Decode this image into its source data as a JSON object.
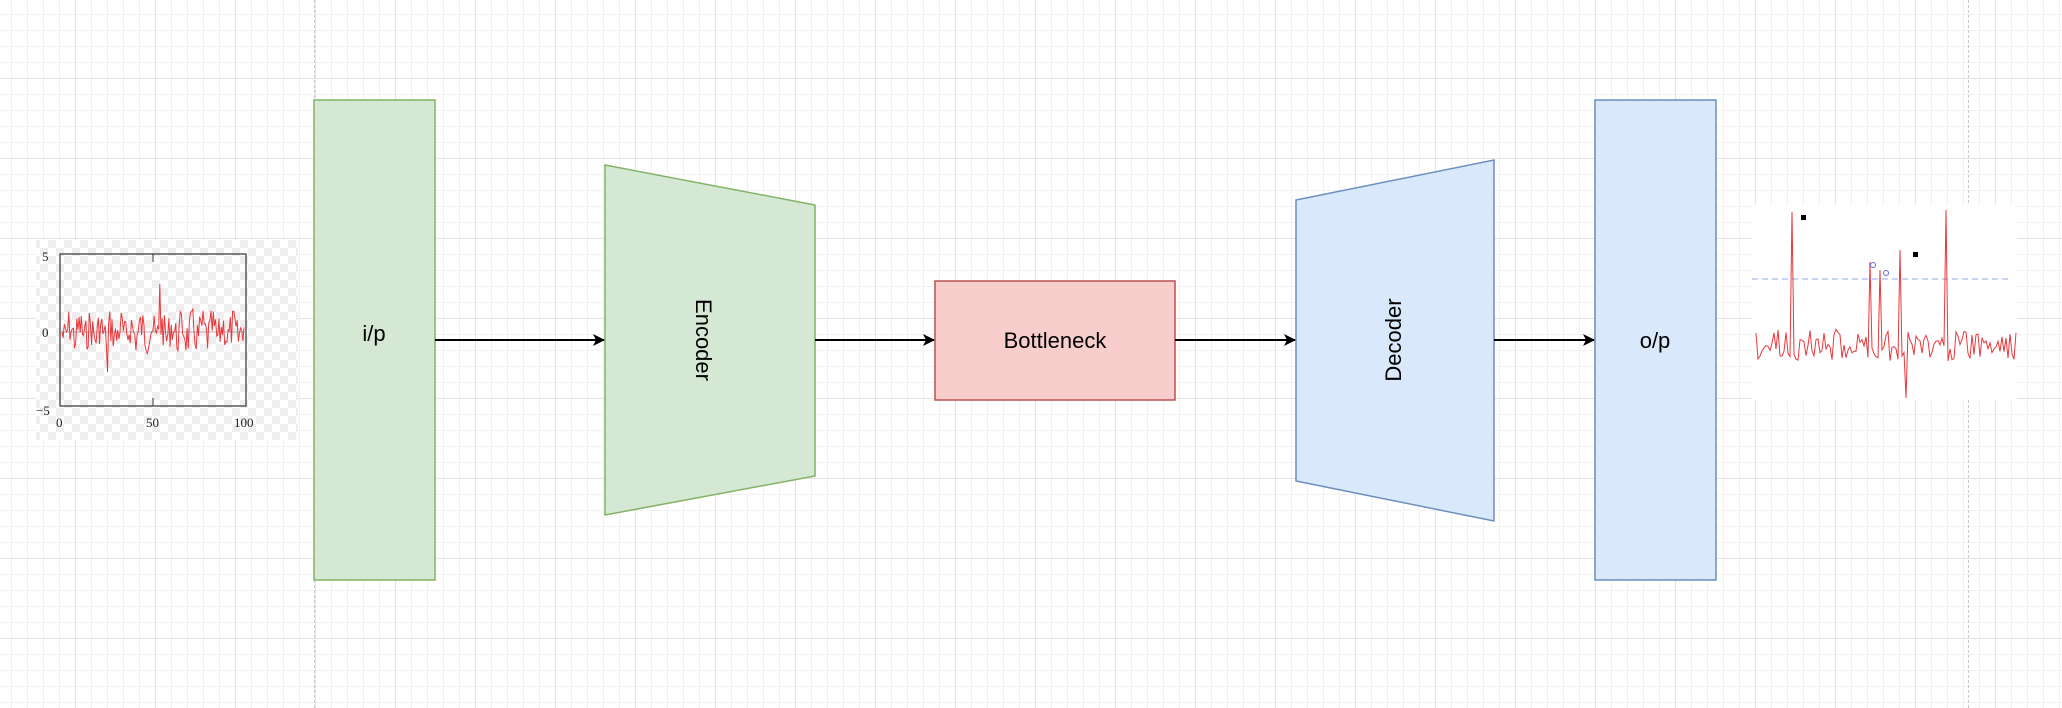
{
  "diagram": {
    "input_label": "i/p",
    "encoder_label": "Encoder",
    "bottleneck_label": "Bottleneck",
    "decoder_label": "Decoder",
    "output_label": "o/p",
    "colors": {
      "green_fill": "#d5e8d4",
      "green_stroke": "#82b366",
      "red_fill": "#f8cecc",
      "red_stroke": "#b85450",
      "blue_fill": "#dae8fc",
      "blue_stroke": "#6c8ebf",
      "signal": "#e8383c",
      "arrow": "#000000"
    }
  },
  "input_plot": {
    "y_ticks": [
      "5",
      "0",
      "−5"
    ],
    "x_ticks": [
      "0",
      "50",
      "100"
    ],
    "xlim": [
      0,
      100
    ],
    "ylim": [
      -5,
      5
    ]
  }
}
